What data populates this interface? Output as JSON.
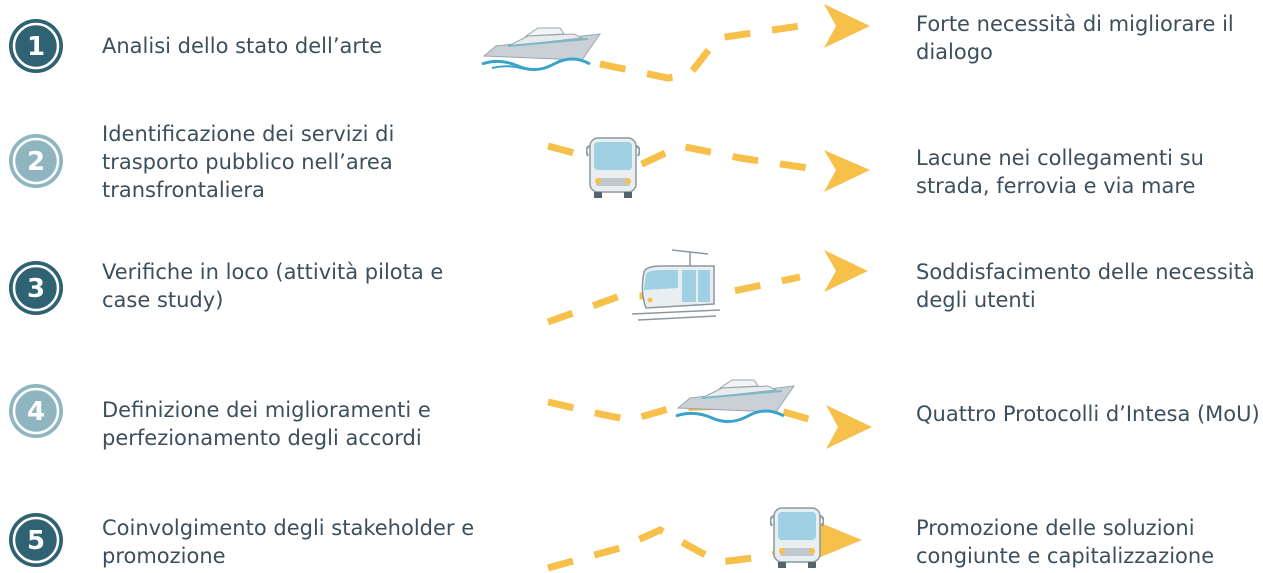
{
  "steps": [
    {
      "number": "1",
      "text": "Analisi dello stato dell’arte",
      "result": "Forte necessità di migliorare il dialogo",
      "badge_style": "dark",
      "vehicle": "ship-icon"
    },
    {
      "number": "2",
      "text": "Identificazione dei servizi di trasporto pubblico nell’area transfrontaliera",
      "result": "Lacune nei collegamenti su strada, ferrovia e via mare",
      "badge_style": "light",
      "vehicle": "bus-icon"
    },
    {
      "number": "3",
      "text": "Verifiche in loco (attività pilota e case study)",
      "result": "Soddisfacimento delle necessità degli utenti",
      "badge_style": "dark",
      "vehicle": "tram-icon"
    },
    {
      "number": "4",
      "text": "Definizione dei miglioramenti e perfezionamento degli accordi",
      "result": "Quattro Protocolli d’Intesa (MoU)",
      "badge_style": "light",
      "vehicle": "ship-icon"
    },
    {
      "number": "5",
      "text": "Coinvolgimento degli stakeholder e promozione",
      "result": "Promozione delle soluzioni congiunte e capitalizzazione",
      "badge_style": "dark",
      "vehicle": "bus-icon"
    }
  ],
  "colors": {
    "dark_badge": "#2f6272",
    "light_badge": "#8fb5c0",
    "dash": "#f6c04a",
    "text": "#3c4f5c"
  }
}
